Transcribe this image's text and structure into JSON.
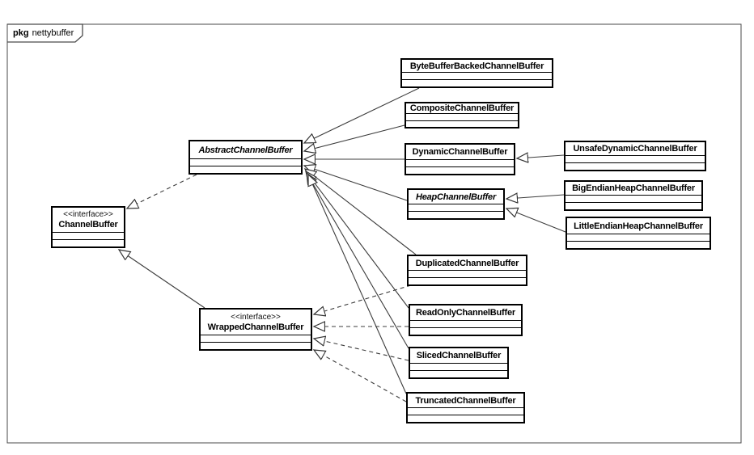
{
  "frame": {
    "keyword": "pkg",
    "name": "nettybuffer"
  },
  "classes": [
    {
      "name": "ChannelBuffer",
      "stereotype": "<<interface>>",
      "kind": "interface"
    },
    {
      "name": "AbstractChannelBuffer",
      "kind": "abstract-class"
    },
    {
      "name": "ByteBufferBackedChannelBuffer",
      "kind": "class"
    },
    {
      "name": "CompositeChannelBuffer",
      "kind": "class"
    },
    {
      "name": "DynamicChannelBuffer",
      "kind": "class"
    },
    {
      "name": "HeapChannelBuffer",
      "kind": "abstract-class"
    },
    {
      "name": "UnsafeDynamicChannelBuffer",
      "kind": "class"
    },
    {
      "name": "BigEndianHeapChannelBuffer",
      "kind": "class"
    },
    {
      "name": "LittleEndianHeapChannelBuffer",
      "kind": "class"
    },
    {
      "name": "DuplicatedChannelBuffer",
      "kind": "class"
    },
    {
      "name": "ReadOnlyChannelBuffer",
      "kind": "class"
    },
    {
      "name": "SlicedChannelBuffer",
      "kind": "class"
    },
    {
      "name": "TruncatedChannelBuffer",
      "kind": "class"
    },
    {
      "name": "WrappedChannelBuffer",
      "stereotype": "<<interface>>",
      "kind": "interface"
    }
  ],
  "relations": [
    {
      "from": "AbstractChannelBuffer",
      "to": "ChannelBuffer",
      "type": "realization"
    },
    {
      "from": "WrappedChannelBuffer",
      "to": "ChannelBuffer",
      "type": "generalization"
    },
    {
      "from": "ByteBufferBackedChannelBuffer",
      "to": "AbstractChannelBuffer",
      "type": "generalization"
    },
    {
      "from": "CompositeChannelBuffer",
      "to": "AbstractChannelBuffer",
      "type": "generalization"
    },
    {
      "from": "DynamicChannelBuffer",
      "to": "AbstractChannelBuffer",
      "type": "generalization"
    },
    {
      "from": "HeapChannelBuffer",
      "to": "AbstractChannelBuffer",
      "type": "generalization"
    },
    {
      "from": "DuplicatedChannelBuffer",
      "to": "AbstractChannelBuffer",
      "type": "generalization"
    },
    {
      "from": "ReadOnlyChannelBuffer",
      "to": "AbstractChannelBuffer",
      "type": "generalization"
    },
    {
      "from": "SlicedChannelBuffer",
      "to": "AbstractChannelBuffer",
      "type": "generalization"
    },
    {
      "from": "TruncatedChannelBuffer",
      "to": "AbstractChannelBuffer",
      "type": "generalization"
    },
    {
      "from": "UnsafeDynamicChannelBuffer",
      "to": "DynamicChannelBuffer",
      "type": "generalization"
    },
    {
      "from": "BigEndianHeapChannelBuffer",
      "to": "HeapChannelBuffer",
      "type": "generalization"
    },
    {
      "from": "LittleEndianHeapChannelBuffer",
      "to": "HeapChannelBuffer",
      "type": "generalization"
    },
    {
      "from": "DuplicatedChannelBuffer",
      "to": "WrappedChannelBuffer",
      "type": "realization"
    },
    {
      "from": "ReadOnlyChannelBuffer",
      "to": "WrappedChannelBuffer",
      "type": "realization"
    },
    {
      "from": "SlicedChannelBuffer",
      "to": "WrappedChannelBuffer",
      "type": "realization"
    },
    {
      "from": "TruncatedChannelBuffer",
      "to": "WrappedChannelBuffer",
      "type": "realization"
    }
  ]
}
